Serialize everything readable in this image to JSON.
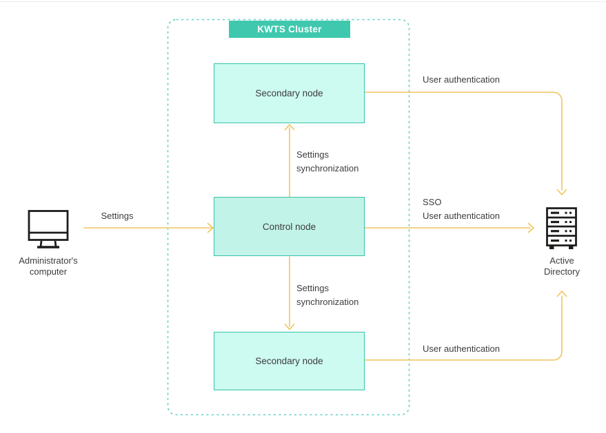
{
  "cluster": {
    "label": "KWTS Cluster"
  },
  "nodes": {
    "secondary_top": {
      "label": "Secondary node"
    },
    "control": {
      "label": "Control node"
    },
    "secondary_bottom": {
      "label": "Secondary node"
    }
  },
  "actors": {
    "admin": {
      "line1": "Administrator's",
      "line2": "computer",
      "icon": "monitor-icon"
    },
    "active_directory": {
      "line1": "Active",
      "line2": "Directory",
      "icon": "server-rack-icon"
    }
  },
  "edges": {
    "settings": {
      "label": "Settings"
    },
    "sync_top": {
      "line1": "Settings",
      "line2": "synchronization"
    },
    "sync_bottom": {
      "line1": "Settings",
      "line2": "synchronization"
    },
    "auth_top": {
      "label": "User authentication"
    },
    "sso": {
      "line1": "SSO",
      "line2": "User authentication"
    },
    "auth_bottom": {
      "label": "User authentication"
    }
  },
  "colors": {
    "cluster_border": "#5bd0c1",
    "badge_bg": "#3fc8ae",
    "node_fill_secondary": "#cdfbf2",
    "node_fill_control": "#c2f3e8",
    "node_border": "#35c2a8",
    "arrow": "#efc45c",
    "icon_stroke": "#1d1d1b",
    "text": "#3c3c3c"
  }
}
